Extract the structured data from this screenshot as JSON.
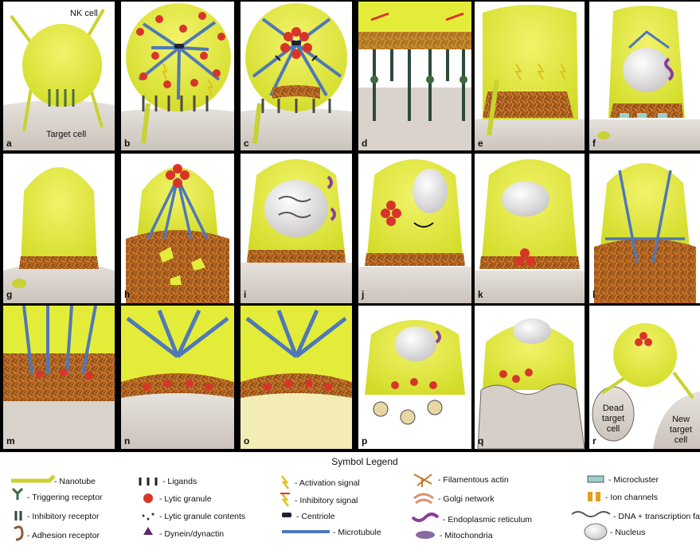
{
  "labels": {
    "nk_cell": "NK cell",
    "target_cell": "Target cell",
    "dead_target": [
      "Dead",
      "target",
      "cell"
    ],
    "new_target": [
      "New",
      "target",
      "cell"
    ]
  },
  "panels": [
    "a",
    "b",
    "c",
    "d",
    "e",
    "f",
    "g",
    "h",
    "i",
    "j",
    "k",
    "l",
    "m",
    "n",
    "o",
    "p",
    "q",
    "r"
  ],
  "legend": {
    "title": "Symbol Legend",
    "items": [
      {
        "icon": "nanotube",
        "label": "- Nanotube"
      },
      {
        "icon": "triggering-receptor",
        "label": "- Triggering receptor"
      },
      {
        "icon": "inhibitory-receptor",
        "label": "- Inhibitory receptor"
      },
      {
        "icon": "adhesion-receptor",
        "label": "- Adhesion receptor"
      },
      {
        "icon": "ligands",
        "label": "- Ligands"
      },
      {
        "icon": "lytic-granule",
        "label": "- Lytic granule"
      },
      {
        "icon": "lytic-granule-contents",
        "label": "- Lytic granule contents"
      },
      {
        "icon": "dynein-dynactin",
        "label": "- Dynein/dynactin"
      },
      {
        "icon": "activation-signal",
        "label": "- Activation signal"
      },
      {
        "icon": "inhibitory-signal",
        "label": "- Inhibitory signal"
      },
      {
        "icon": "centriole",
        "label": "- Centriole"
      },
      {
        "icon": "microtubule",
        "label": "- Microtubule"
      },
      {
        "icon": "filamentous-actin",
        "label": "- Filamentous actin"
      },
      {
        "icon": "golgi-network",
        "label": "- Golgi network"
      },
      {
        "icon": "endoplasmic-reticulum",
        "label": "- Endoplasmic reticulum"
      },
      {
        "icon": "mitochondria",
        "label": "- Mitochondria"
      },
      {
        "icon": "microcluster",
        "label": "- Microcluster"
      },
      {
        "icon": "ion-channels",
        "label": "- Ion channels"
      },
      {
        "icon": "dna-transcription",
        "label": "- DNA + transcription fact"
      },
      {
        "icon": "nucleus",
        "label": "- Nucleus"
      }
    ]
  },
  "colors": {
    "cell": "#e4ec3a",
    "target": "#d9d3cc",
    "granule": "#d8352a",
    "microtubule": "#4f78b8",
    "actin": "#c07a2a",
    "er": "#8a3f9a",
    "golgi": "#d99070",
    "panel_bg": "#ffffff"
  }
}
